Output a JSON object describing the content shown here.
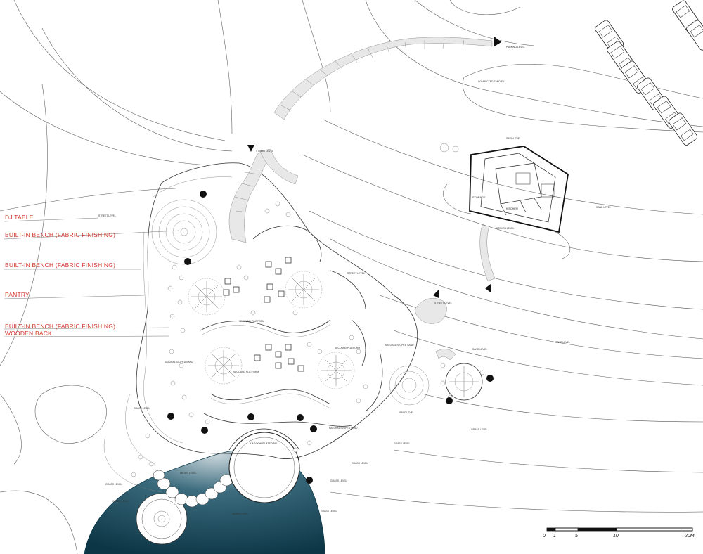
{
  "annotations": [
    "DJ TABLE",
    "BUILT-IN BENCH (FABRIC FINISHING)",
    "BUILT-IN BENCH (FABRIC FINISHING)",
    "PANTRY",
    "BUILT-IN BENCH (FABRIC FINISHING)",
    "WOODEN BACK"
  ],
  "plan_labels": {
    "second_platform": "SECOUND PLATFORM",
    "lagoon_platform": "LAGOON PLATFORM",
    "storage": "STORAGE",
    "kitchen": "KITCHEN",
    "parking_level": "PARKING LEVEL",
    "compacted_sand_fill": "COMPACTED SAND FILL",
    "sand_level": "SAND LEVEL",
    "street_level": "STREET LEVEL",
    "grass_level": "GRASS LEVEL",
    "water_level": "WATER LEVEL",
    "kitchen_level": "KITCHEN LEVEL",
    "natural_sloped_sand": "NATURAL SLOPED SAND"
  },
  "scale_bar": {
    "ticks": [
      "0",
      "1",
      "5",
      "10",
      "20M"
    ]
  },
  "colors": {
    "annotation_red": "#d2342c",
    "lagoon_dark": "#0c3646",
    "lagoon_light": "#c9d6dc",
    "ink": "#111111"
  }
}
